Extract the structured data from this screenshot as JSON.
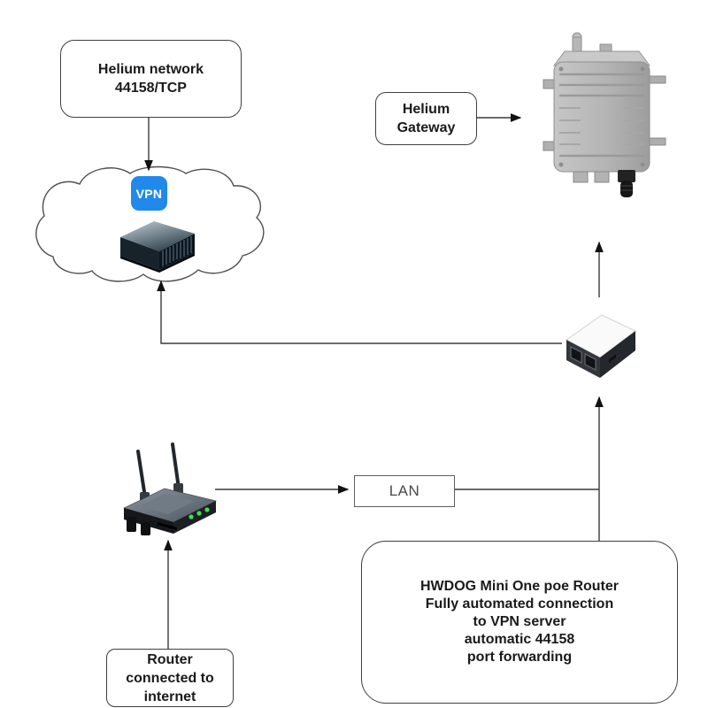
{
  "boxes": {
    "helium_network": {
      "lines": [
        "Helium network",
        "44158/TCP"
      ]
    },
    "helium_gateway": {
      "lines": [
        "Helium",
        "Gateway"
      ]
    },
    "lan": {
      "label": "LAN"
    },
    "hwdog_info": {
      "lines": [
        "HWDOG Mini One poe Router",
        "Fully automated connection",
        "to VPN server",
        "automatic 44158",
        "port forwarding"
      ]
    },
    "router_internet": {
      "lines": [
        "Router",
        "connected to",
        "internet"
      ]
    }
  },
  "vpn_icon": {
    "label": "VPN",
    "color": "#2189ea"
  },
  "colors": {
    "connector_line": "#3a3a3a",
    "box_border": "#3f3f3f",
    "led_green": "#3fdd57",
    "gateway_metal": "#bdbdbd"
  }
}
